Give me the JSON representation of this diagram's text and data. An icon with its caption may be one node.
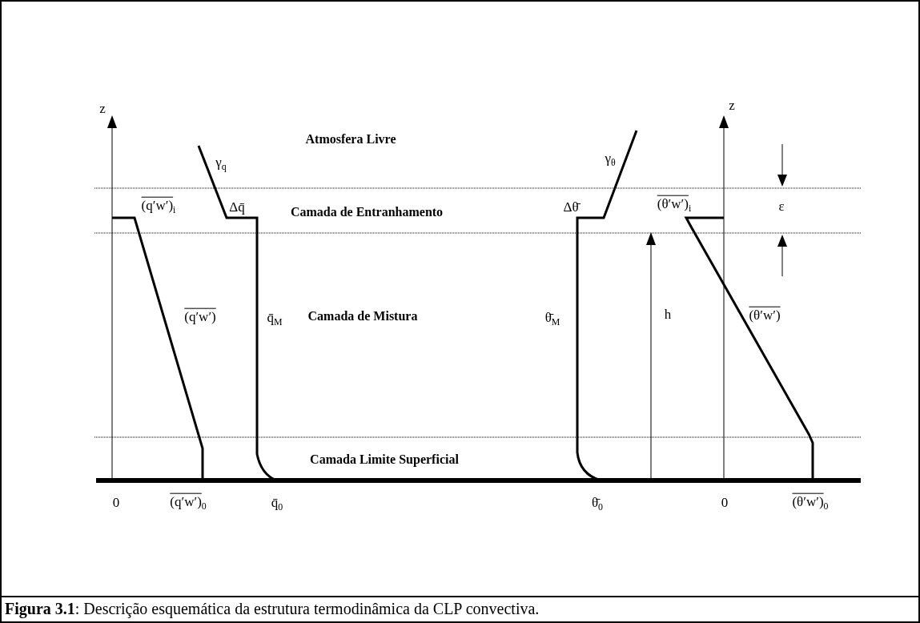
{
  "diagram": {
    "caption": "**Figura 3.1**: Descrição esquemática da estrutura termodinâmica da CLP convectiva.",
    "labels": [
      "z",
      "z",
      "Atmosfera Livre",
      "γ$_{q}$",
      "γ$_{θ}$",
      "ε",
      "(q′w′)$_{i}$",
      "Δq̄",
      "Camada de Entranhamento",
      "Δθ̄",
      "(θ′w′)$_{i}$",
      "(q′w′)",
      "q̄$_{M}$",
      "Camada de Mistura",
      "θ̄$_{M}$",
      "h",
      "(θ′w′)",
      "Camada Limite Superficial",
      "0",
      "(q′w′)$_{0}$",
      "q̄$_{0}$",
      "θ̄$_{0}$",
      "0",
      "(θ′w′)$_{0}$"
    ]
  }
}
